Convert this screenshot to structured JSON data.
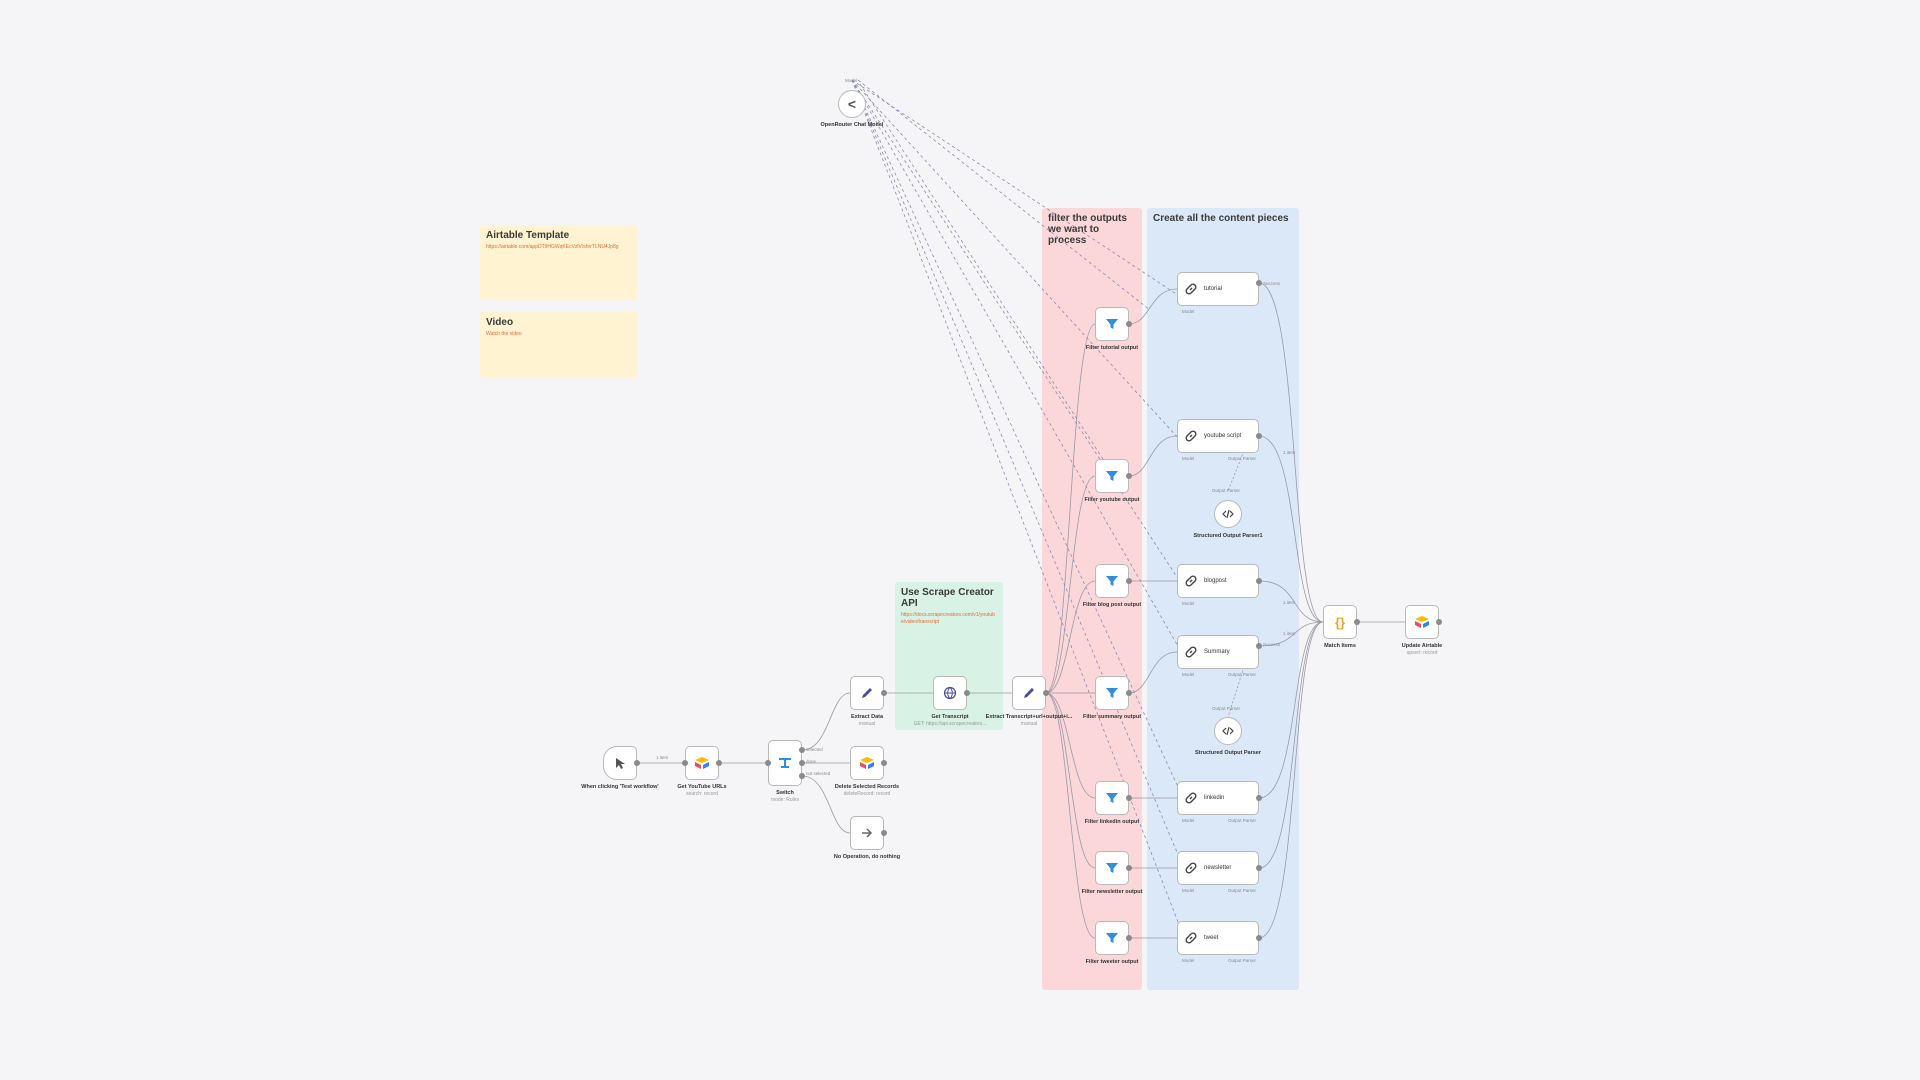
{
  "stickies": {
    "airtable": {
      "title": "Airtable Template",
      "body": "https://airtable.com/appDT9HGWqKEcVzlV/shrrTLNU4Jp8g"
    },
    "video": {
      "title": "Video",
      "body": "Watch the video"
    },
    "scrape": {
      "title": "Use Scrape Creator API",
      "body": "https://docs.scrapecreators.com/v1/youtube/video/transcript"
    },
    "filter": {
      "title": "filter the outputs we want to process"
    },
    "create": {
      "title": "Create all the content pieces"
    }
  },
  "nodes": {
    "model": {
      "label": "OpenRouter Chat Model",
      "port_label": "Model"
    },
    "trigger": {
      "label": "When clicking 'Test workflow'"
    },
    "get_urls": {
      "label": "Get YouTube URLs",
      "sub": "search: record"
    },
    "switch": {
      "label": "Switch",
      "sub": "mode: Rules",
      "outs": [
        "selected",
        "done",
        "not selected"
      ]
    },
    "delete_records": {
      "label": "Delete Selected Records",
      "sub": "deleteRecord: record"
    },
    "noop": {
      "label": "No Operation, do nothing"
    },
    "extract_data": {
      "label": "Extract Data",
      "sub": "manual"
    },
    "get_transcript": {
      "label": "Get Transcript",
      "sub": "GET: https://api.scrapecreators..."
    },
    "extract_transcript": {
      "label": "Extract Transcript+url+output+i...",
      "sub": "manual"
    },
    "filters": [
      {
        "label": "Filter tutorial output"
      },
      {
        "label": "Filter youtube output"
      },
      {
        "label": "Filter blog post output"
      },
      {
        "label": "Filter summary output"
      },
      {
        "label": "Filter linkedin output"
      },
      {
        "label": "Filter newsletter output"
      },
      {
        "label": "Filter tweeter output"
      }
    ],
    "agents": [
      {
        "label": "tutorial"
      },
      {
        "label": "youtube script"
      },
      {
        "label": "blogpost"
      },
      {
        "label": "Summary"
      },
      {
        "label": "linkedin"
      },
      {
        "label": "newsletter"
      },
      {
        "label": "tweet"
      }
    ],
    "parser1": {
      "label": "Structured Output Parser1"
    },
    "parser2": {
      "label": "Structured Output Parser"
    },
    "merge": {
      "label": "Match Items"
    },
    "update": {
      "label": "Update Airtable",
      "sub": "upsert: record"
    }
  },
  "edge_labels": {
    "items": "1 item",
    "model": "Model",
    "output_parser": "Output Parser",
    "success": "Success"
  },
  "colors": {
    "filter_bg": "#fbd7da",
    "create_bg": "#dbe8f8",
    "sticky_yellow": "#fff3d2",
    "sticky_green": "#d8f3e6",
    "icon_purple": "#4b4ba7",
    "icon_blue": "#2f8fdd",
    "airtable_red": "#f04d5c",
    "airtable_yellow": "#ffba05"
  }
}
